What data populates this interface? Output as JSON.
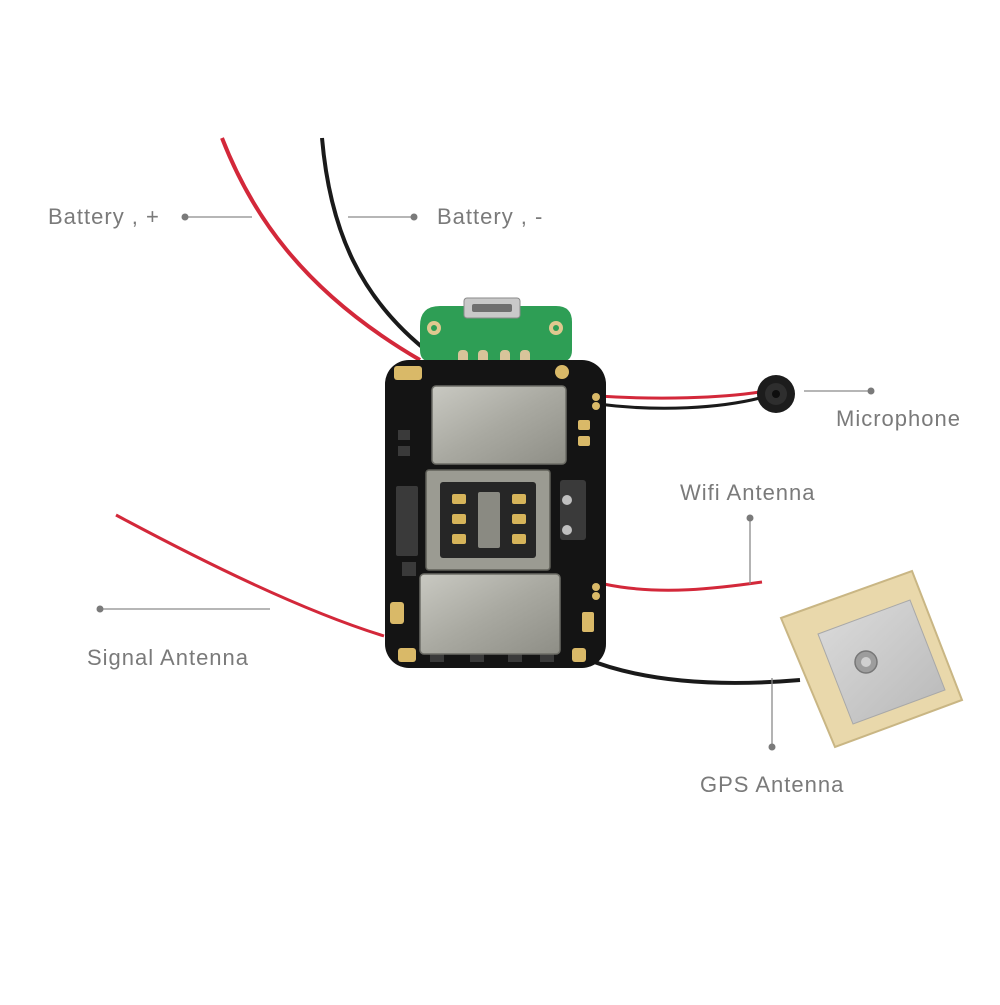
{
  "labels": {
    "battery_plus": "Battery , +",
    "battery_minus": "Battery , -",
    "microphone": "Microphone",
    "wifi_antenna": "Wifi Antenna",
    "signal_antenna": "Signal Antenna",
    "gps_antenna": "GPS Antenna"
  },
  "colors": {
    "label_text": "#7a7a7a",
    "leader_line": "#8a8a8a",
    "red_wire": "#d3283a",
    "black_wire": "#1a1a1a",
    "pcb": "#141414",
    "usb_board": "#2e9e55",
    "gps_ceramic": "#e9d8ab",
    "gps_patch": "#cfcfcf"
  }
}
